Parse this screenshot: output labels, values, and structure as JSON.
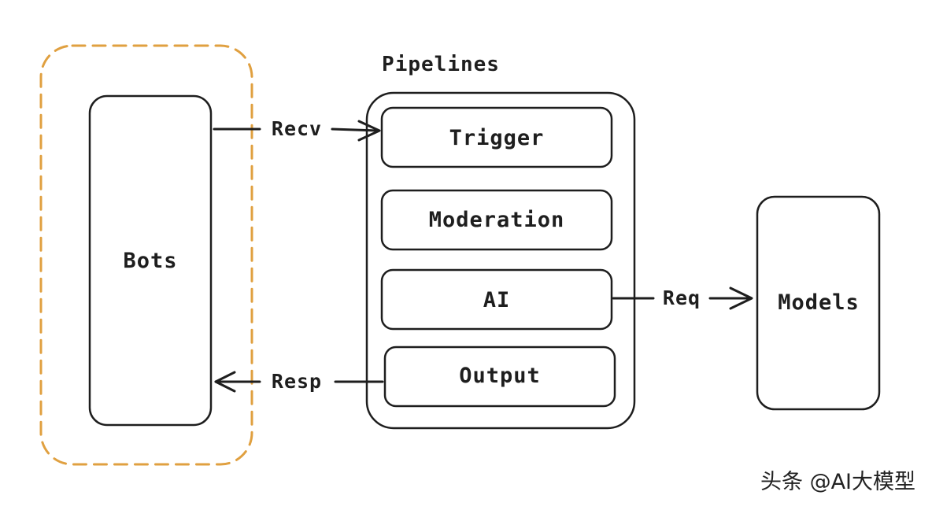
{
  "title": "Pipelines",
  "nodes": {
    "bots": "Bots",
    "models": "Models",
    "stages": [
      "Trigger",
      "Moderation",
      "AI",
      "Output"
    ]
  },
  "edges": {
    "recv": "Recv",
    "resp": "Resp",
    "req": "Req"
  },
  "watermark": "头条 @AI大模型",
  "colors": {
    "stroke": "#1e1e1e",
    "highlight": "#e0a040"
  }
}
